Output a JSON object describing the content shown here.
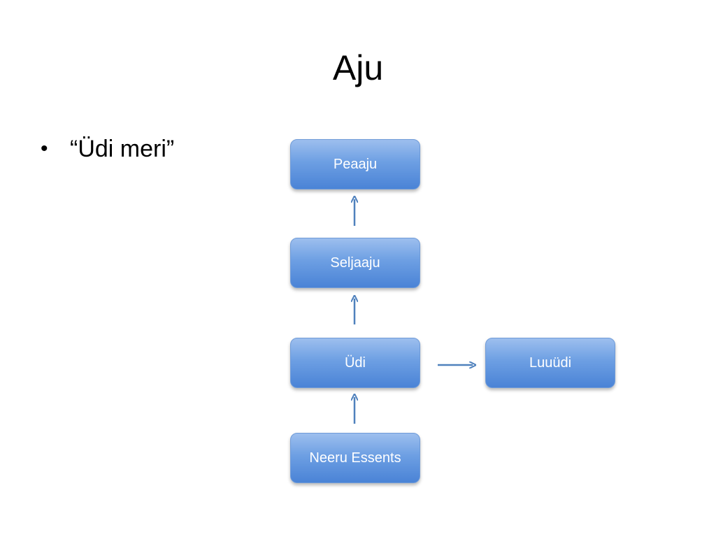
{
  "slide": {
    "title": "Aju",
    "bullets": [
      "“Üdi meri”"
    ]
  },
  "diagram": {
    "nodes": {
      "peaaju": "Peaaju",
      "seljaaju": "Seljaaju",
      "udi": "Üdi",
      "neeru_essents": "Neeru Essents",
      "luuudi": "Luuüdi"
    }
  },
  "colors": {
    "node_top": "#9dbfee",
    "node_bottom": "#4a83d6",
    "arrow": "#4f81bd"
  }
}
